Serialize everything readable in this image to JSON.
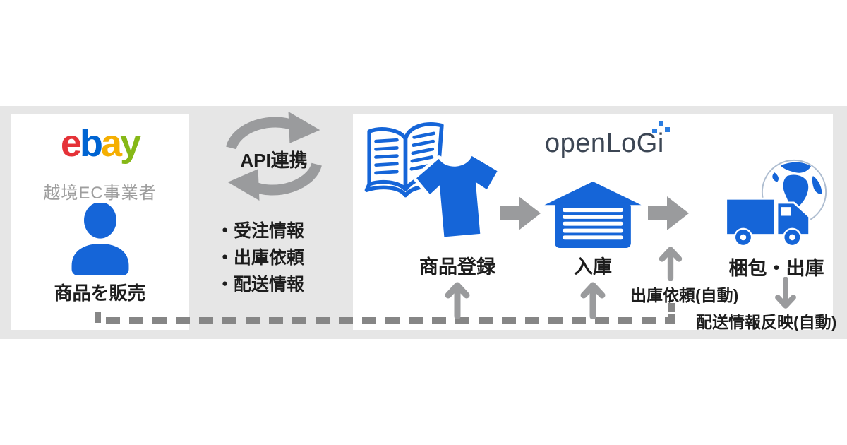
{
  "diagram": {
    "seller_panel": {
      "brand_letters": [
        {
          "ch": "e",
          "color": "#e53238"
        },
        {
          "ch": "b",
          "color": "#0064d2"
        },
        {
          "ch": "a",
          "color": "#f5af02"
        },
        {
          "ch": "y",
          "color": "#86b817"
        }
      ],
      "subtitle": "越境EC事業者",
      "caption": "商品を販売"
    },
    "api_link": {
      "title": "API連携",
      "items": [
        "・受注情報",
        "・出庫依頼",
        "・配送情報"
      ]
    },
    "logistics_panel": {
      "brand": "openLoGi",
      "steps": [
        {
          "label": "商品登録"
        },
        {
          "label": "入庫"
        },
        {
          "label": "梱包・出庫"
        }
      ],
      "auto_shipping_request": "出庫依頼(自動)",
      "auto_delivery_update": "配送情報反映(自動)"
    },
    "colors": {
      "band": "#e6e6e6",
      "panel": "#ffffff",
      "icon_blue": "#1565d8",
      "arrow_gray": "#9a9b9d",
      "dash_gray": "#868686",
      "text_dark": "#1d1d1d",
      "muted": "#9e9e9e",
      "logo_dark": "#3c4654",
      "logo_blue": "#2a7de1"
    }
  }
}
